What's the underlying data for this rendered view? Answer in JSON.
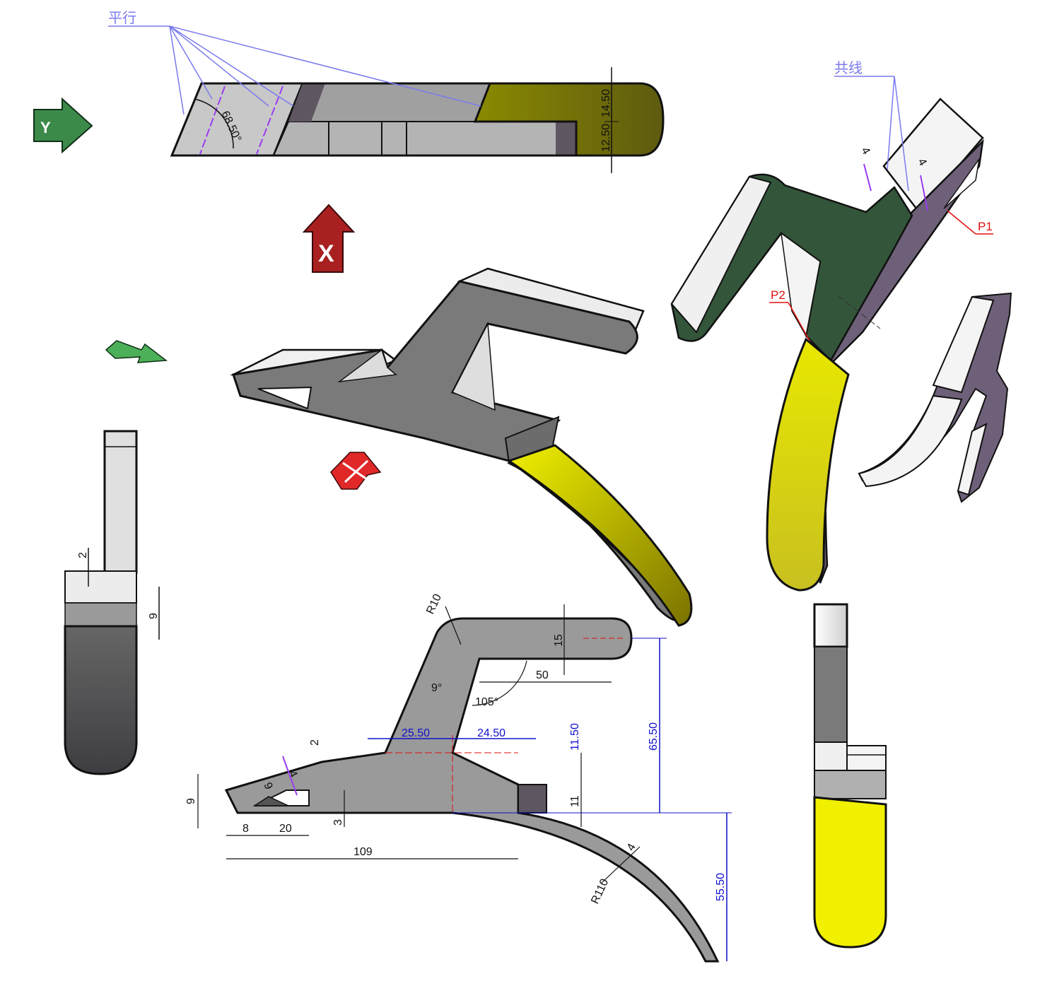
{
  "annotations": {
    "parallel": "平行",
    "collinear": "共线",
    "p1": "P1",
    "p2": "P2"
  },
  "axes": {
    "y": "Y",
    "x": "X"
  },
  "top_view": {
    "angle": "68.50°",
    "dim_a": "14.50",
    "dim_b": "12.50"
  },
  "front_view": {
    "radius_top": "R10",
    "height_arm": "15",
    "length_arm": "50",
    "angle_9": "9°",
    "angle_105": "105°",
    "w_left": "25.50",
    "w_right": "24.50",
    "h_1150": "11.50",
    "h_65": "65.50",
    "h_11": "11",
    "t_2": "2",
    "t_4": "4",
    "t_9a": "9",
    "t_9b": "9",
    "t_3": "3",
    "l_8": "8",
    "l_20": "20",
    "l_109": "109",
    "r_110": "R110",
    "t_4b": "4",
    "h_55": "55.50"
  },
  "side_view": {
    "dim_2": "2",
    "dim_9": "9"
  },
  "iso_view": {
    "dim_4a": "4",
    "dim_4b": "4"
  },
  "colors": {
    "body": "#8a8a8a",
    "yellow": "#e8e800",
    "dark_green": "#33553a",
    "purple": "#6e6078",
    "blue_dim": "#1010cc"
  }
}
